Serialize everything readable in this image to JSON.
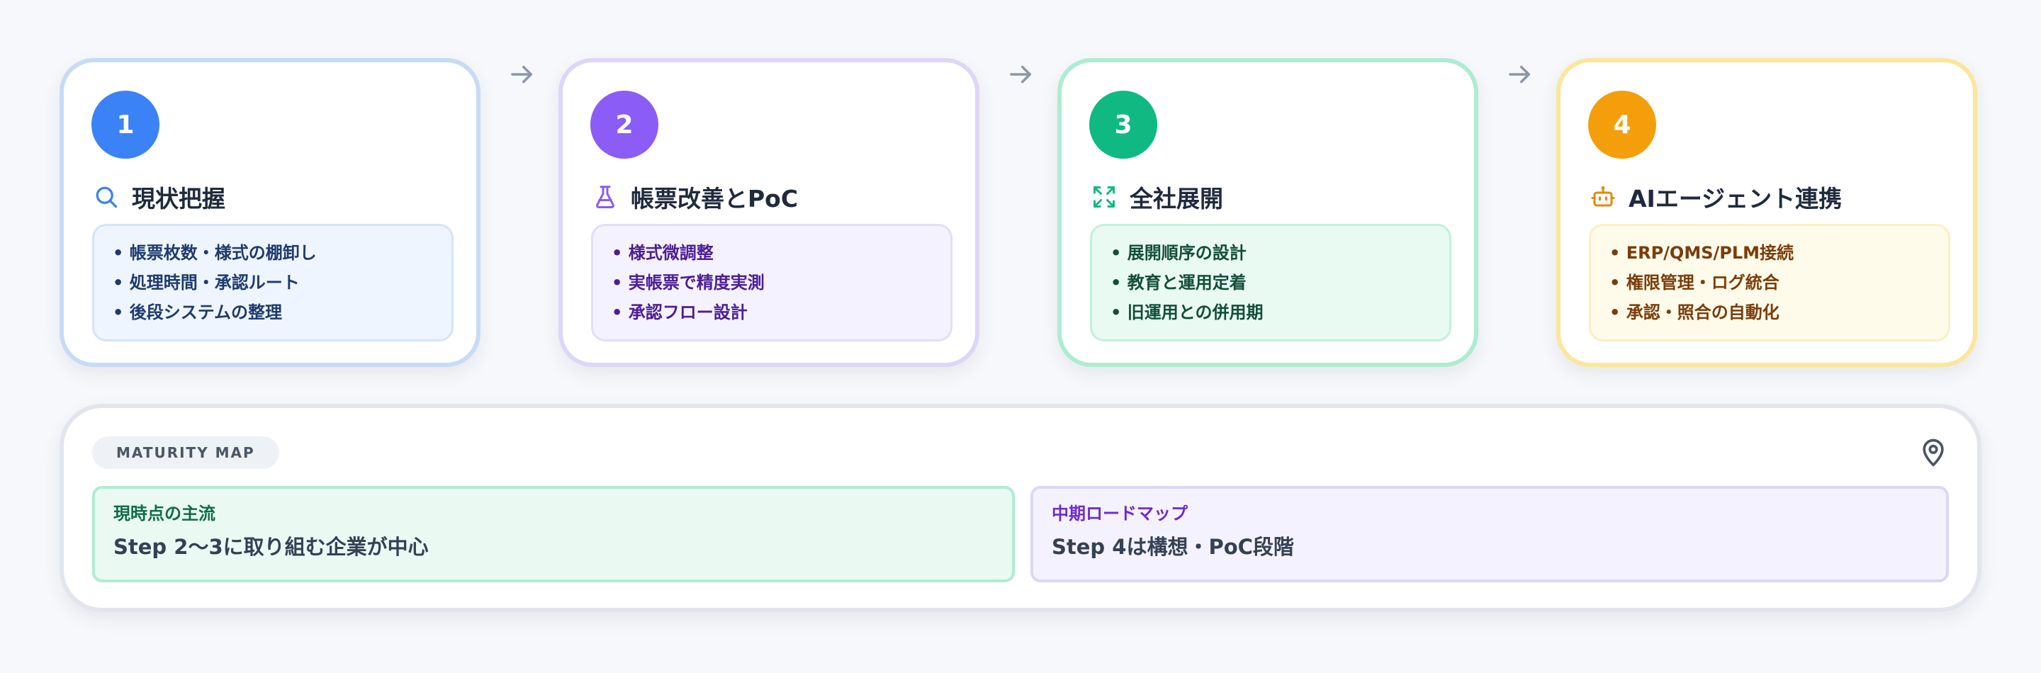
{
  "steps": [
    {
      "number": "1",
      "title": "現状把握",
      "icon": "search-icon",
      "accent": "#3b82f6",
      "items": [
        "• 帳票枚数・様式の棚卸し",
        "• 処理時間・承認ルート",
        "• 後段システムの整理"
      ]
    },
    {
      "number": "2",
      "title": "帳票改善とPoC",
      "icon": "flask-icon",
      "accent": "#8b5cf6",
      "items": [
        "• 様式微調整",
        "• 実帳票で精度実測",
        "• 承認フロー設計"
      ]
    },
    {
      "number": "3",
      "title": "全社展開",
      "icon": "expand-icon",
      "accent": "#10b981",
      "items": [
        "• 展開順序の設計",
        "• 教育と運用定着",
        "• 旧運用との併用期"
      ]
    },
    {
      "number": "4",
      "title": "AIエージェント連携",
      "icon": "robot-icon",
      "accent": "#f59e0b",
      "items": [
        "• ERP/QMS/PLM接続",
        "• 権限管理・ログ統合",
        "• 承認・照合の自動化"
      ]
    }
  ],
  "maturity": {
    "label": "MATURITY MAP",
    "icon": "map-pin-icon",
    "current": {
      "label": "現時点の主流",
      "text": "Step 2〜3に取り組む企業が中心"
    },
    "roadmap": {
      "label": "中期ロードマップ",
      "text": "Step 4は構想・PoC段階"
    }
  }
}
